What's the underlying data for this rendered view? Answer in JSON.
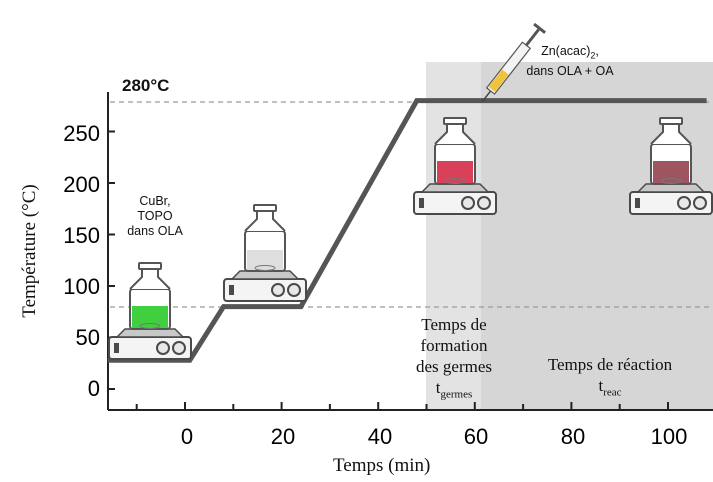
{
  "chart_data": {
    "type": "line",
    "xlabel": "Temps (min)",
    "ylabel": "Température (°C)",
    "x_ticks": [
      "0",
      "20",
      "40",
      "60",
      "80",
      "100"
    ],
    "y_ticks": [
      "0",
      "50",
      "100",
      "150",
      "200",
      "250"
    ],
    "xlim": [
      -16,
      108
    ],
    "ylim": [
      -15,
      295
    ],
    "series": [
      {
        "values": [
          {
            "x": -16,
            "y": 28
          },
          {
            "x": 1,
            "y": 28
          },
          {
            "x": 8,
            "y": 80
          },
          {
            "x": 24,
            "y": 80
          },
          {
            "x": 48,
            "y": 280
          },
          {
            "x": 108,
            "y": 280
          }
        ]
      }
    ],
    "reference_lines": [
      280,
      80
    ],
    "phases": [
      {
        "from": 49,
        "to": 61,
        "color": "#e3e3e3"
      },
      {
        "from": 61,
        "to": 108,
        "color": "#d7d7d7"
      }
    ]
  },
  "annotations": {
    "temp_label": "280°C",
    "precursors": [
      "CuBr,",
      "TOPO",
      "dans OLA"
    ],
    "injection_line1": "Zn(acac)",
    "injection_sub": "2",
    "injection_line1_end": ",",
    "injection_line2": "dans OLA + OA",
    "nucleation": [
      "Temps de",
      "formation",
      "des germes"
    ],
    "nucleation_symbol": "t",
    "nucleation_sub": "germes",
    "reaction": "Temps de réaction",
    "reaction_symbol": "t",
    "reaction_sub": "reac"
  },
  "flasks": [
    {
      "id": "flask-green",
      "fill": "#3fcf3f",
      "level": 0.55
    },
    {
      "id": "flask-clear",
      "fill": "#dedede",
      "level": 0.5
    },
    {
      "id": "flask-red",
      "fill": "#d9415a",
      "level": 0.55
    },
    {
      "id": "flask-dark-red",
      "fill": "#9e5560",
      "level": 0.55
    }
  ]
}
